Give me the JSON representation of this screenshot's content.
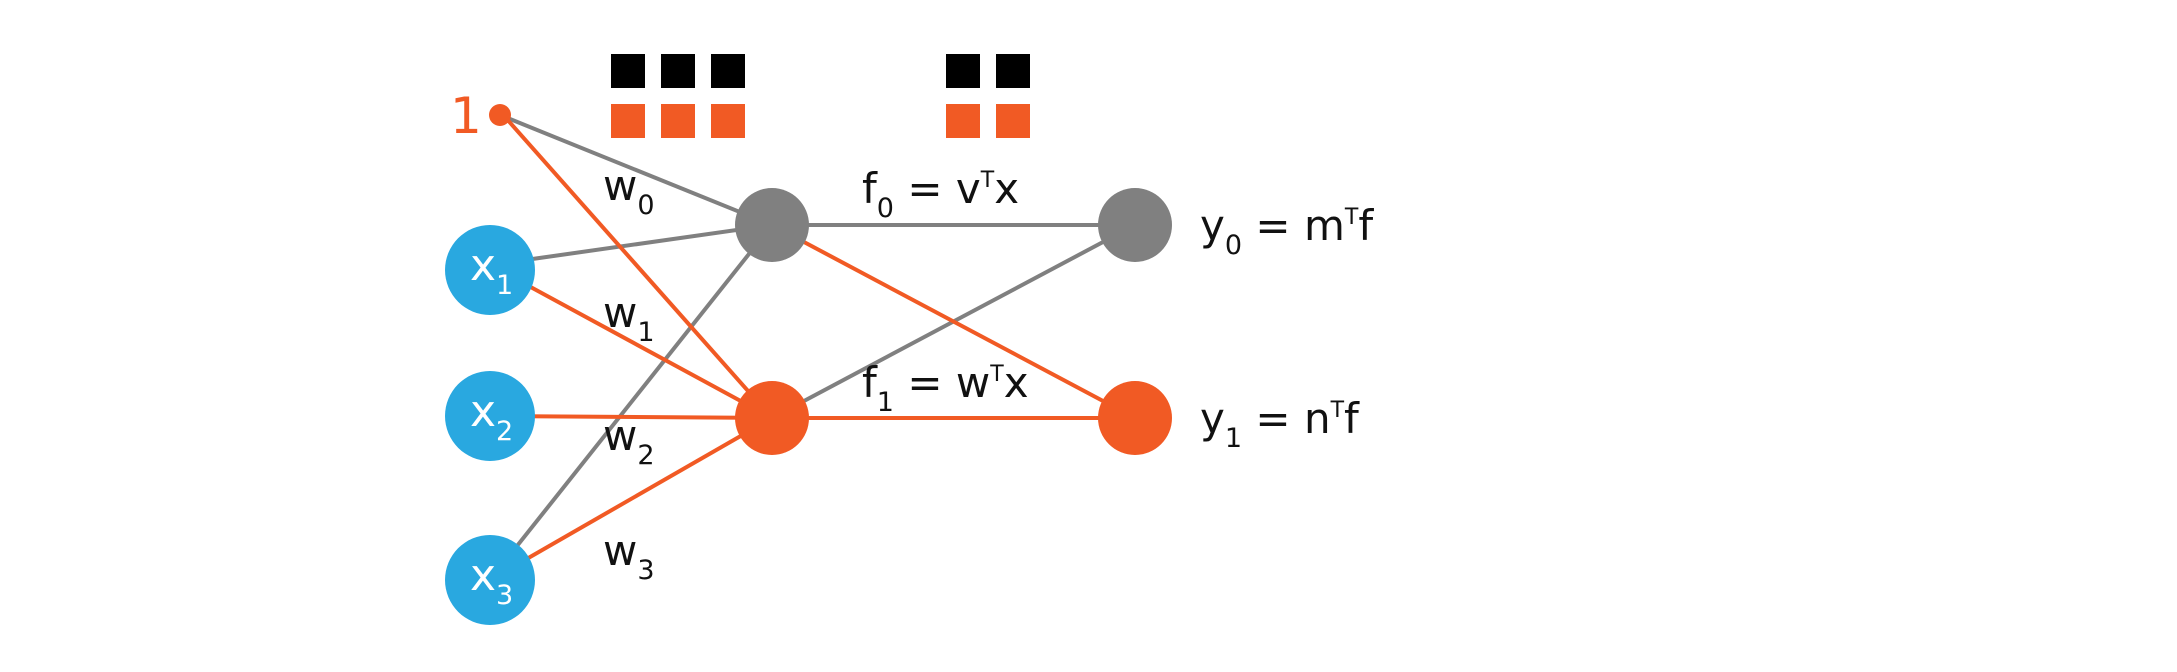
{
  "colors": {
    "input": "#29a8e0",
    "gray": "#808080",
    "orange": "#f15a24",
    "black": "#000000",
    "text": "#111111"
  },
  "bias": {
    "label": "1"
  },
  "inputs": [
    {
      "base": "x",
      "sub": "1"
    },
    {
      "base": "x",
      "sub": "2"
    },
    {
      "base": "x",
      "sub": "3"
    }
  ],
  "weights": [
    {
      "base": "w",
      "sub": "0"
    },
    {
      "base": "w",
      "sub": "1"
    },
    {
      "base": "w",
      "sub": "2"
    },
    {
      "base": "w",
      "sub": "3"
    }
  ],
  "hidden": [
    {
      "base": "f",
      "sub": "0",
      "eq": " = v",
      "sup": "T",
      "tail": "x"
    },
    {
      "base": "f",
      "sub": "1",
      "eq": " = w",
      "sup": "T",
      "tail": "x"
    }
  ],
  "outputs": [
    {
      "base": "y",
      "sub": "0",
      "eq": " = m",
      "sup": "T",
      "tail": "f"
    },
    {
      "base": "y",
      "sub": "1",
      "eq": " = n",
      "sup": "T",
      "tail": "f"
    }
  ],
  "weight_blocks": [
    {
      "columns": 3,
      "rows": [
        "black",
        "orange"
      ]
    },
    {
      "columns": 2,
      "rows": [
        "black",
        "orange"
      ]
    }
  ]
}
